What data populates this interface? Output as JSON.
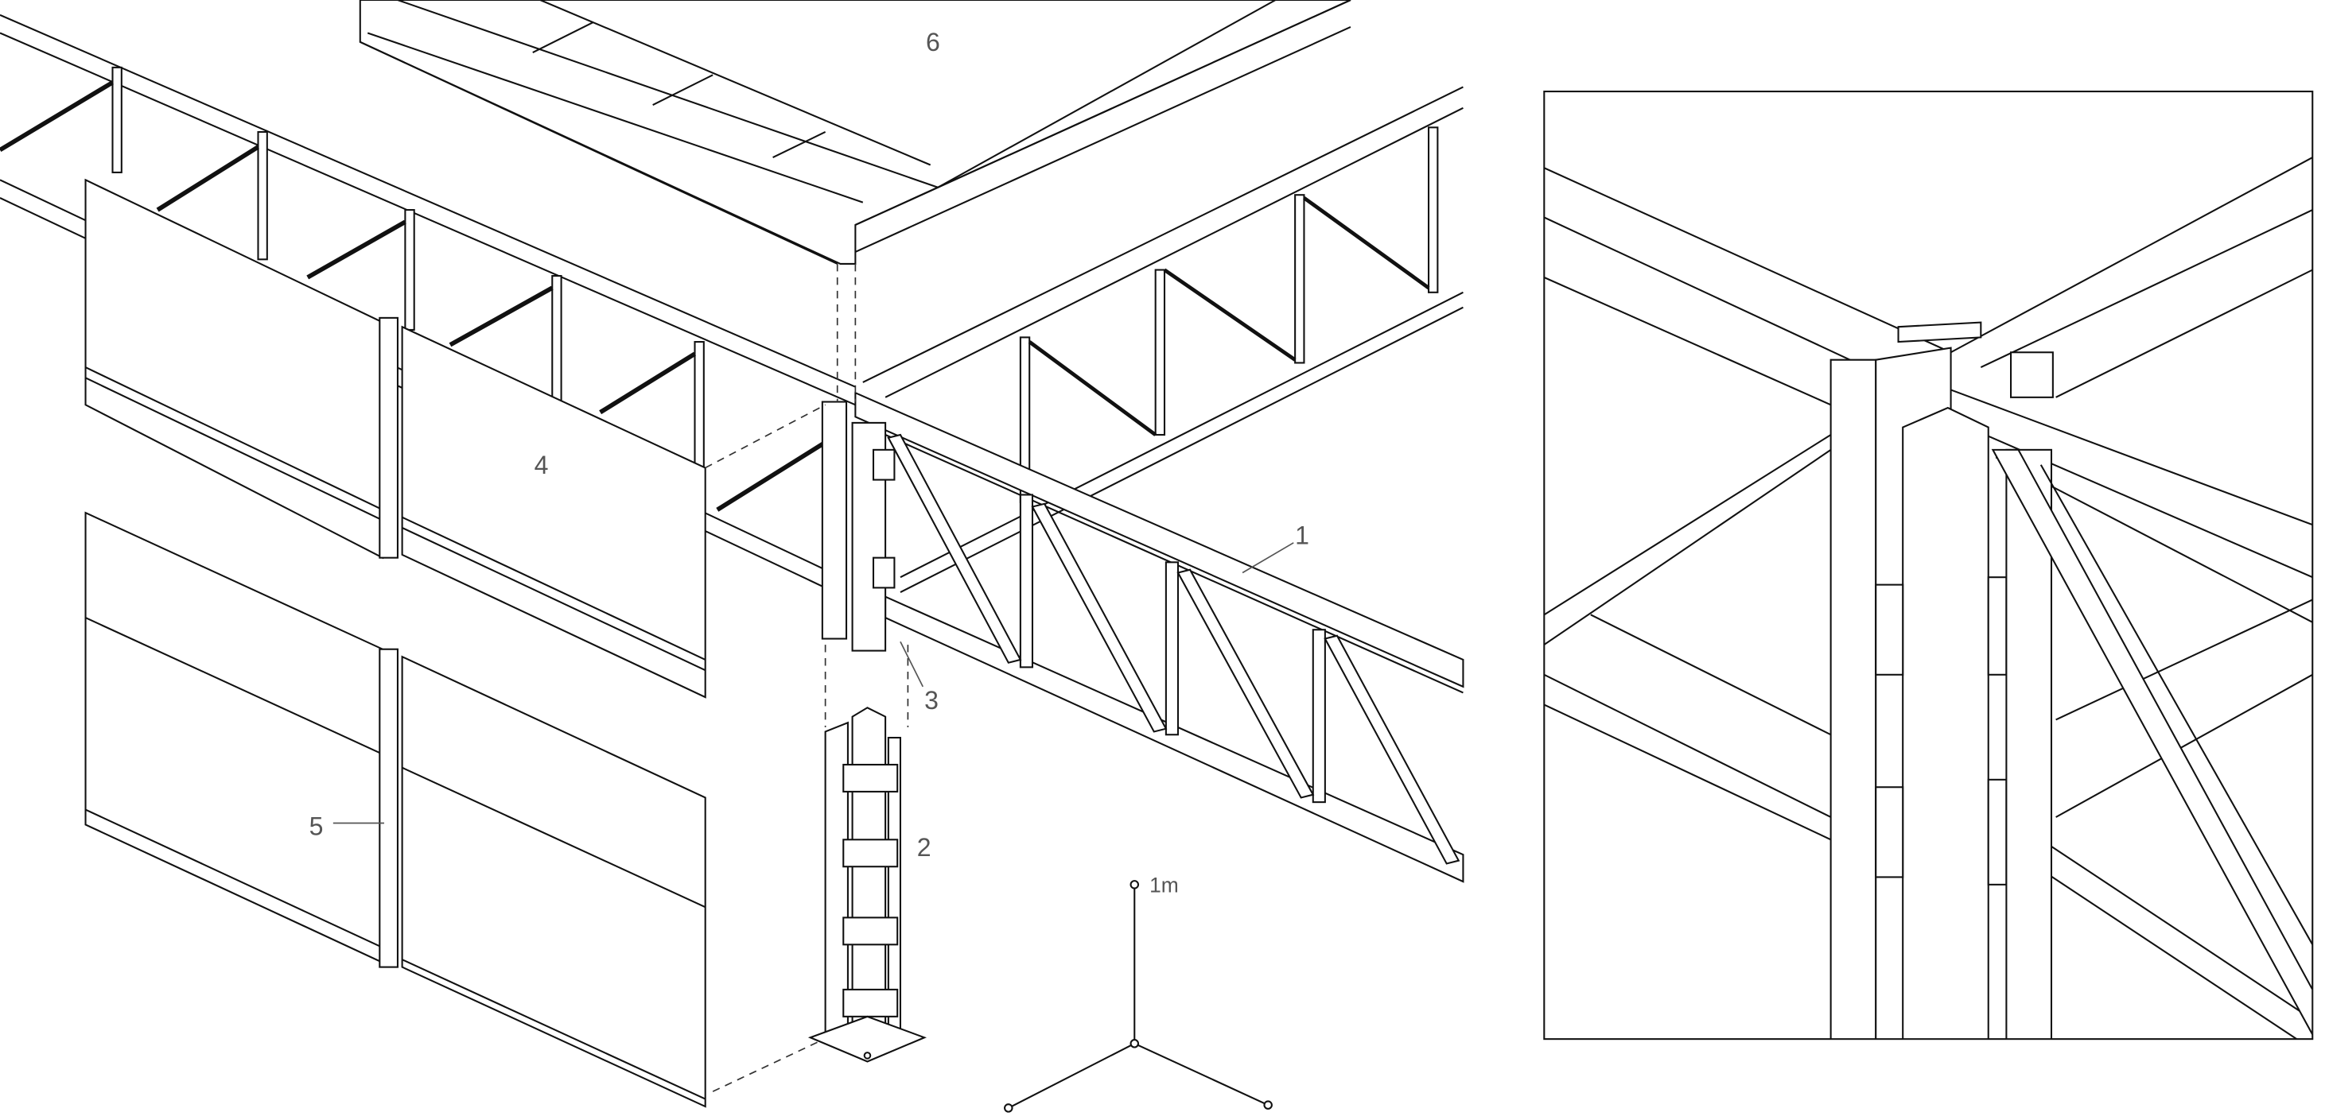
{
  "labels": {
    "truss": "1",
    "column": "2",
    "connector": "3",
    "upper_panel": "4",
    "lower_panel": "5",
    "roof": "6"
  },
  "scale": {
    "label": "1m"
  },
  "colors": {
    "line": "#111111",
    "label": "#555555",
    "background": "#ffffff"
  }
}
